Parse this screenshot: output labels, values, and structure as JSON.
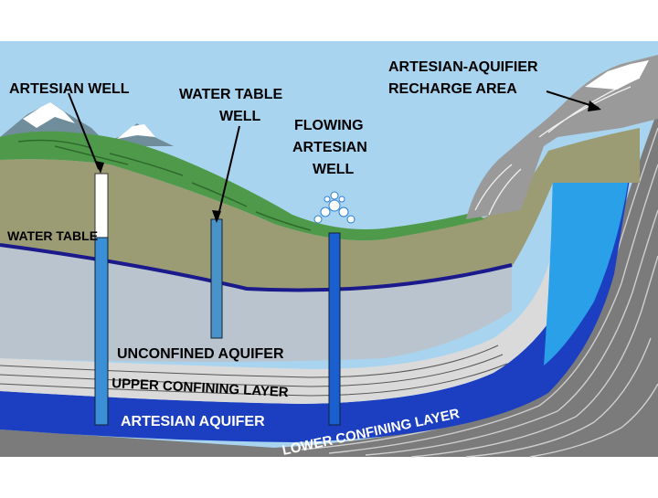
{
  "labels": {
    "artesian_well": "ARTESIAN WELL",
    "water_table_well_line1": "WATER TABLE",
    "water_table_well_line2": "WELL",
    "flowing_line1": "FLOWING",
    "flowing_line2": "ARTESIAN",
    "flowing_line3": "WELL",
    "recharge_line1": "ARTESIAN-AQUIFIER",
    "recharge_line2": "RECHARGE AREA",
    "water_table": "WATER TABLE",
    "unconfined_aquifer": "UNCONFINED AQUIFER",
    "upper_confining_layer": "UPPER CONFINING LAYER",
    "artesian_aquifer": "ARTESIAN AQUIFER",
    "lower_confining_layer": "LOWER CONFINING LAYER"
  },
  "colors": {
    "sky": "#a9d4ef",
    "grass": "#4f9a4a",
    "soil": "#9c9c74",
    "unconfined": "#b9c4cf",
    "confining": "#dcdcdc",
    "aquifer": "#1c3fc2",
    "water_table_line": "#1a1a8c",
    "rock": "#8a8a8a",
    "recharge_water": "#2aa0e8"
  }
}
